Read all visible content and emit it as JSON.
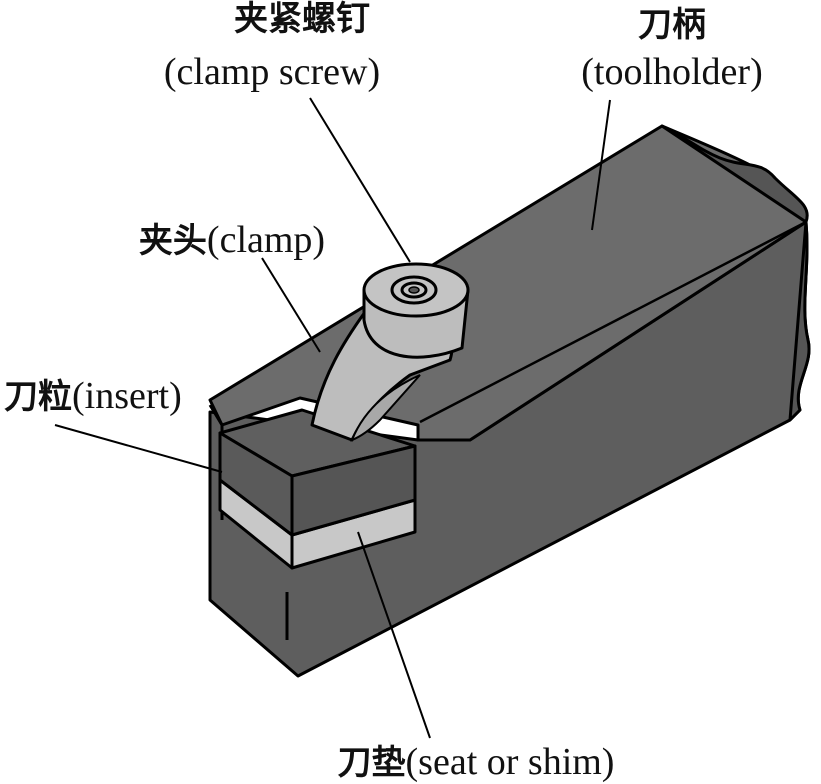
{
  "labels": {
    "clamp_screw_cn": "夹紧螺钉",
    "clamp_screw_en": "(clamp screw)",
    "toolholder_cn": "刀柄",
    "toolholder_en": "(toolholder)",
    "clamp_cn": "夹头",
    "clamp_en": "(clamp)",
    "insert_cn": "刀粒",
    "insert_en": "(insert)",
    "seat_cn": "刀垫",
    "seat_en": "(seat or shim)"
  },
  "colors": {
    "holder_front": "#5e5e5e",
    "holder_top": "#6c6c6c",
    "holder_end": "#555555",
    "insert": "#5a5a5a",
    "shim": "#c8c8c8",
    "clamp": "#bdbdbd",
    "outline": "#000000"
  }
}
